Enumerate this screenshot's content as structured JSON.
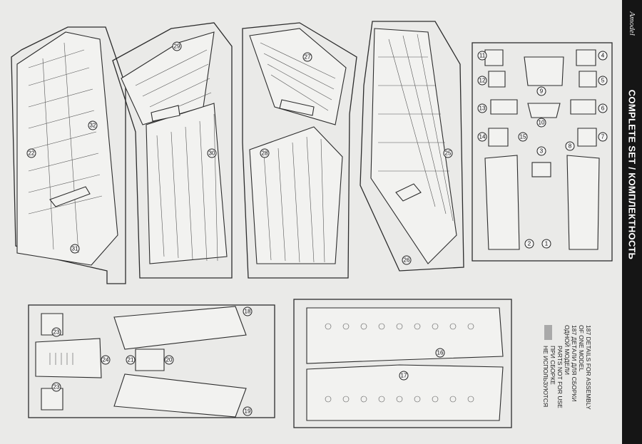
{
  "header": {
    "brand": "Amodel",
    "title": "COMPLETE SET / КОМПЛЕКТНОСТЬ"
  },
  "legend": {
    "details_en": "187 DETAILS FOR ASSEMBLY",
    "details_en_2": "OF ONE MODEL",
    "details_ru": "187 ДЕТАЛИ ДЛЯ СБОРКИ",
    "details_ru_2": "ОДНОЙ МОДЕЛИ",
    "unused_en": "PARTS NOT FOR USE",
    "unused_ru": "ПРИ СБОРКЕ",
    "unused_ru_2": "НЕ ИСПОЛЬЗУЮТСЯ",
    "swatch_color": "#a9a9a9"
  },
  "part_numbers": [
    "1",
    "2",
    "3",
    "4",
    "5",
    "6",
    "7",
    "8",
    "9",
    "10",
    "11",
    "12",
    "13",
    "14",
    "15",
    "16",
    "17",
    "18",
    "19",
    "20",
    "21",
    "22",
    "23",
    "23",
    "24",
    "25",
    "26",
    "27",
    "28",
    "29",
    "30",
    "31",
    "32"
  ]
}
